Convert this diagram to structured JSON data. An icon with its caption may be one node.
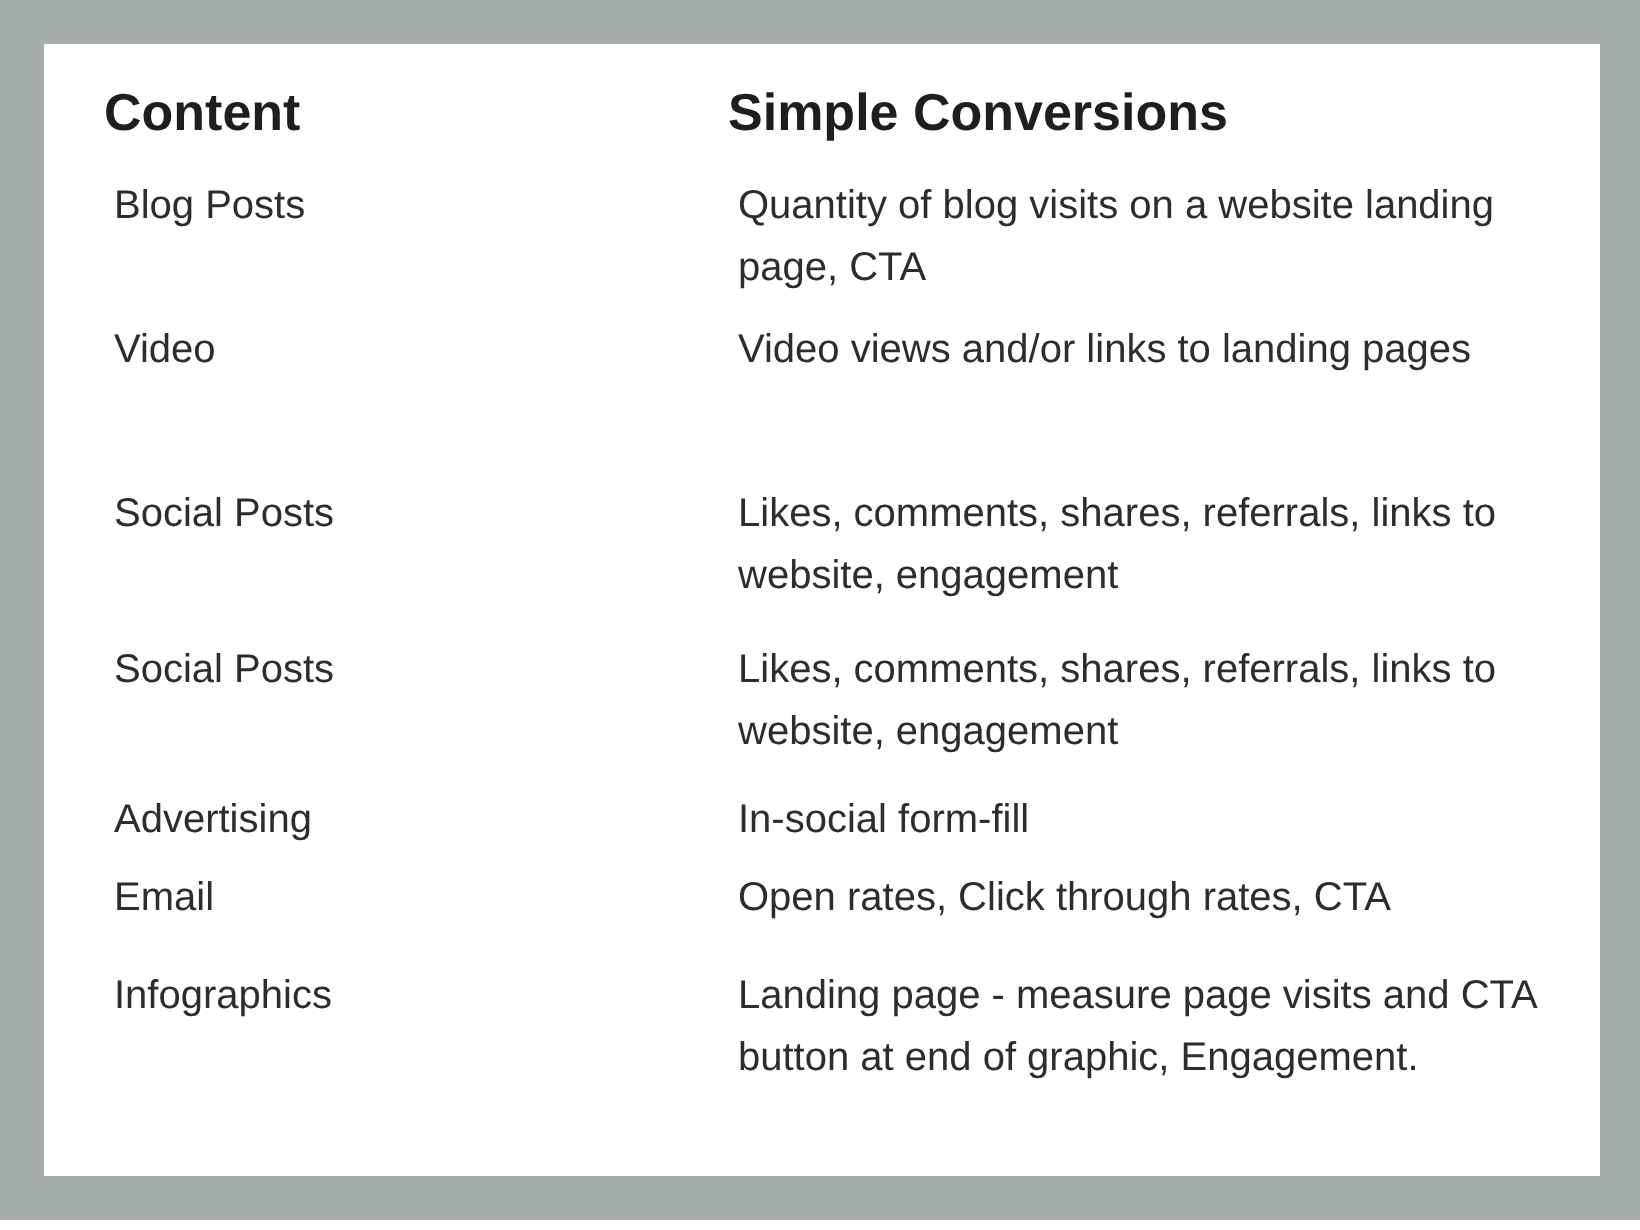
{
  "diagram": {
    "labels": [
      "Content",
      "Simple Conversions",
      "Blog Posts",
      "Quantity of blog visits on a website landing page, CTA",
      "Video",
      "Video views and/or links to landing pages",
      "Social Posts",
      "Likes, comments, shares, referrals, links to website, engagement",
      "Social Posts",
      "Likes, comments, shares, referrals, links to website, engagement",
      "Advertising",
      "In-social form-fill",
      "Email",
      "Open rates, Click through rates, CTA",
      "Infographics",
      "Landing page - measure page visits and CTA button at end of graphic, Engagement."
    ]
  }
}
